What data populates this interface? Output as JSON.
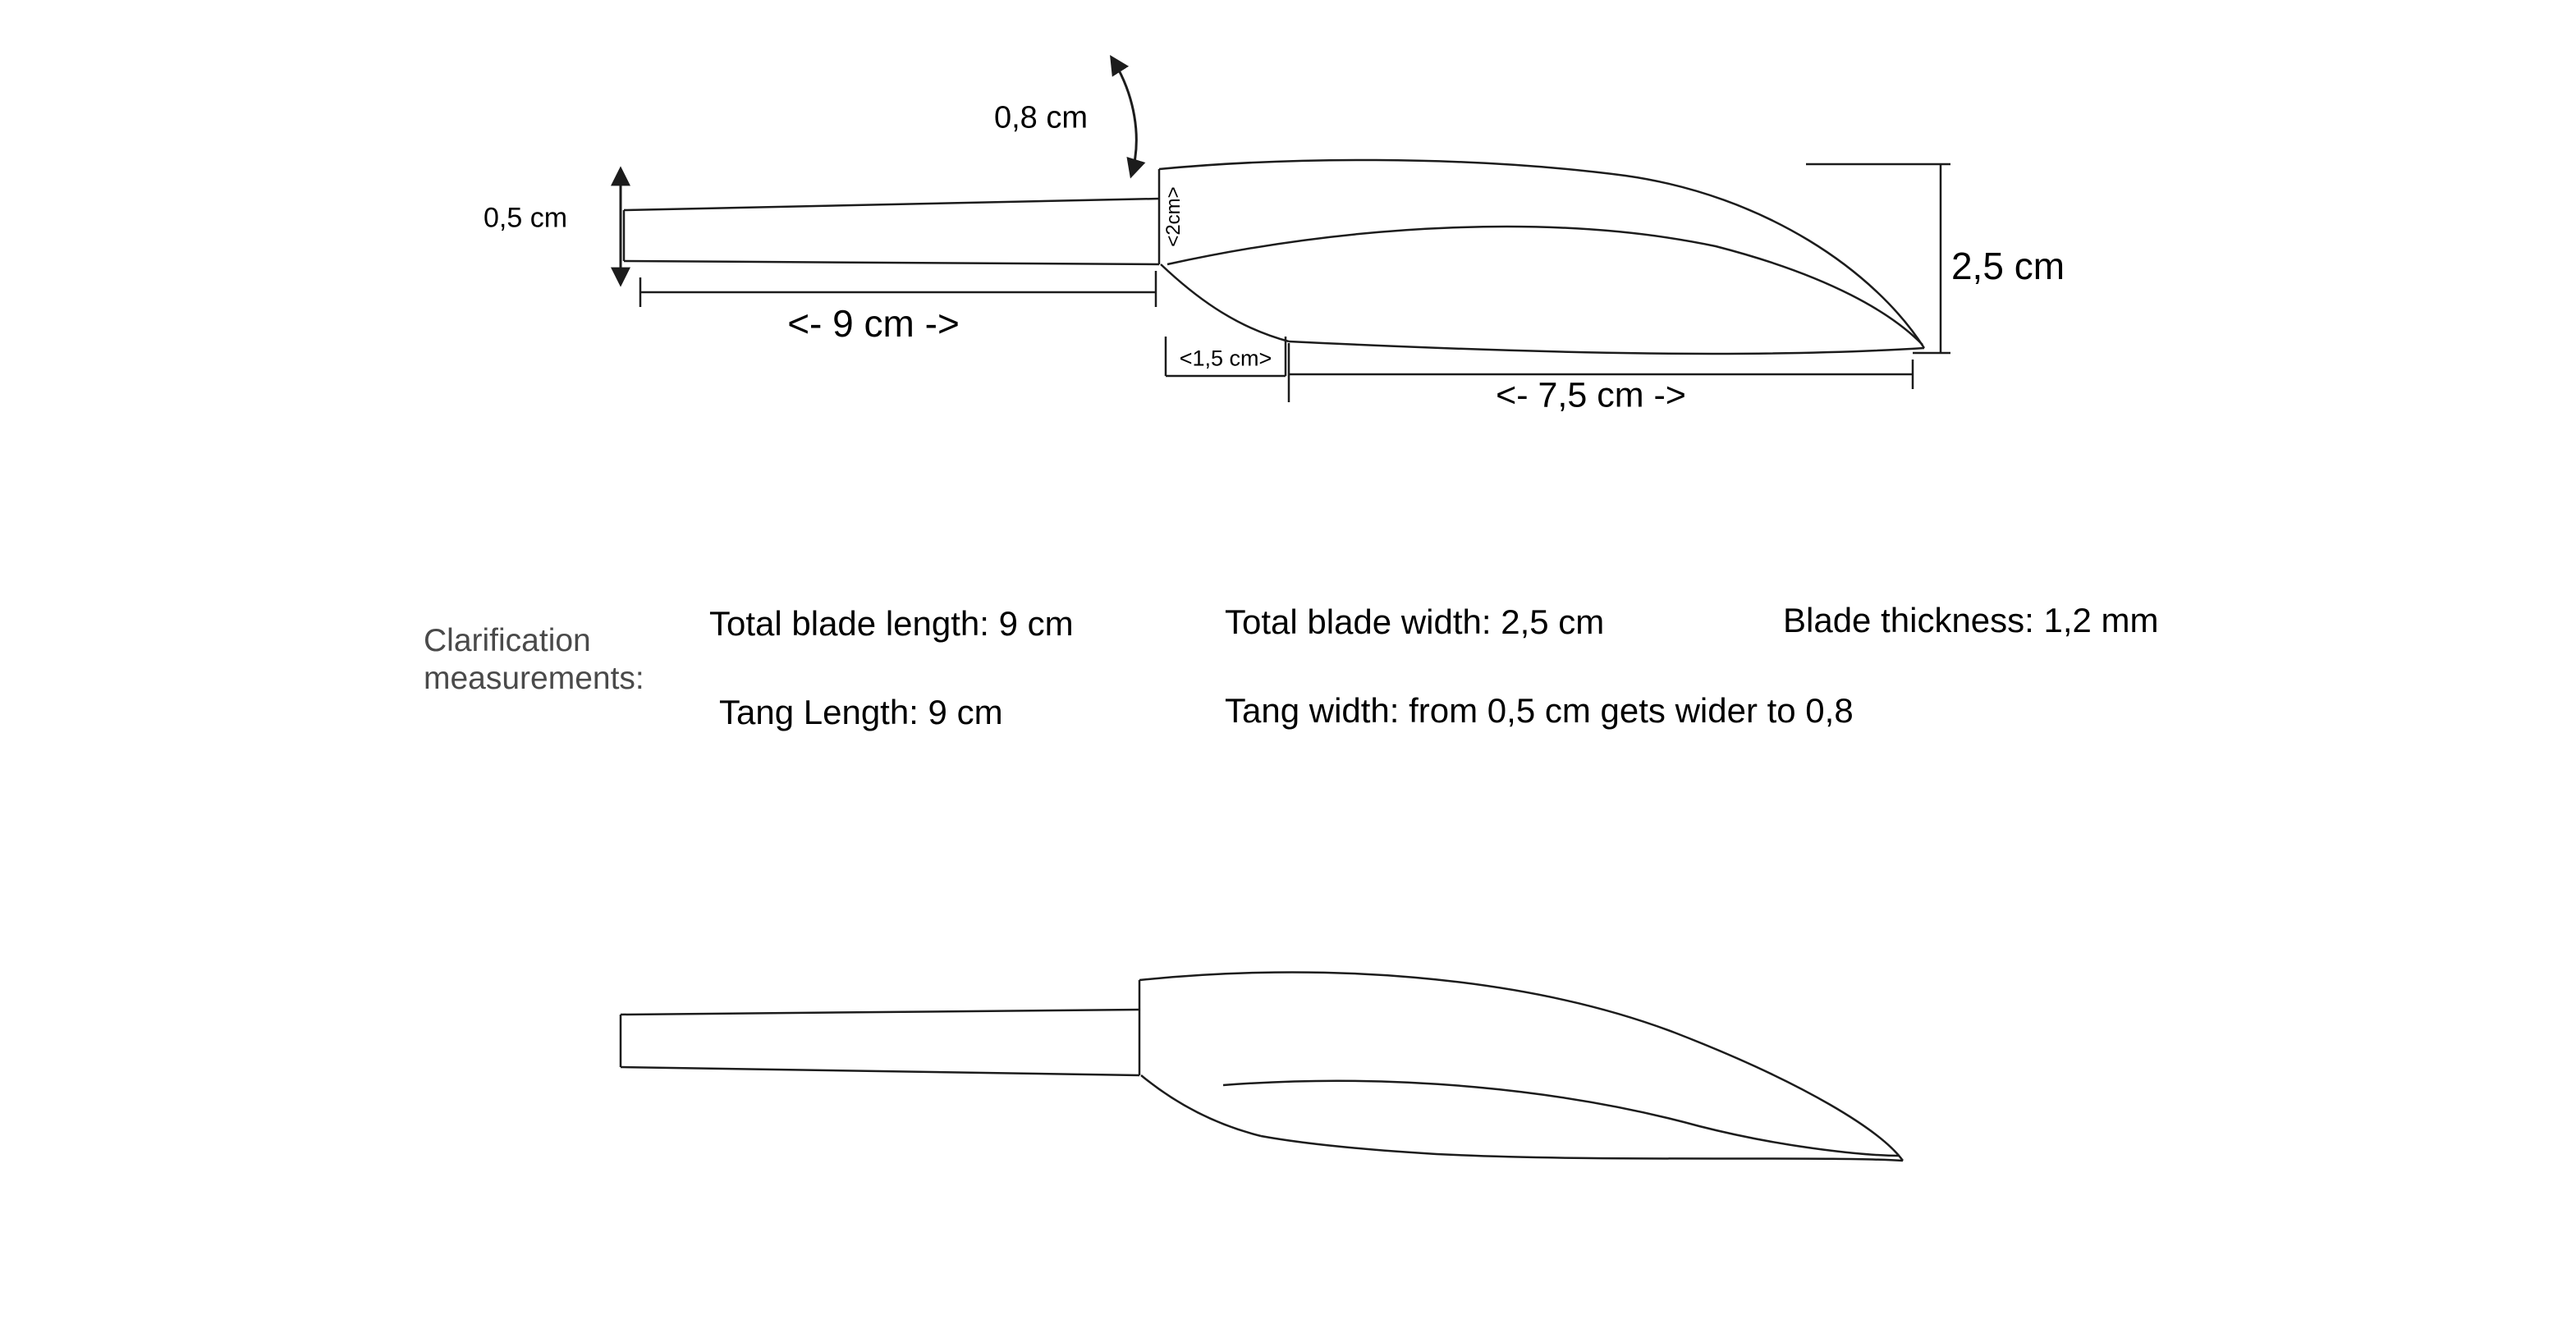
{
  "title": "Knife blade measurement diagram",
  "labels": {
    "tang_width_start": "0,5 cm",
    "tang_width_end": "0,8 cm",
    "junction_height": "<2cm>",
    "tang_length": "<- 9 cm ->",
    "heel_length": "<1,5 cm>",
    "edge_length": "<- 7,5 cm ->",
    "blade_width": "2,5 cm"
  },
  "notes": {
    "heading": "Clarification measurements:",
    "items": [
      "Total blade length: 9 cm",
      "Total blade width: 2,5 cm",
      "Blade thickness: 1,2 mm",
      "Tang Length: 9 cm",
      "Tang width: from 0,5 cm gets wider to 0,8"
    ]
  },
  "colors": {
    "line": "#1c1c1c",
    "text": "#000000",
    "muted_text": "#4a4a4a",
    "background": "#ffffff"
  }
}
